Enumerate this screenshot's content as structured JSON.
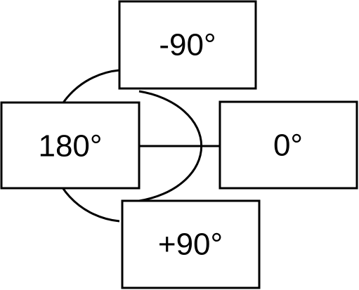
{
  "diagram": {
    "labels": {
      "top": "-90°",
      "left": "180°",
      "right": "0°",
      "bottom": "+90°"
    },
    "colors": {
      "stroke": "#000000",
      "fill": "#ffffff",
      "text": "#000000"
    }
  }
}
